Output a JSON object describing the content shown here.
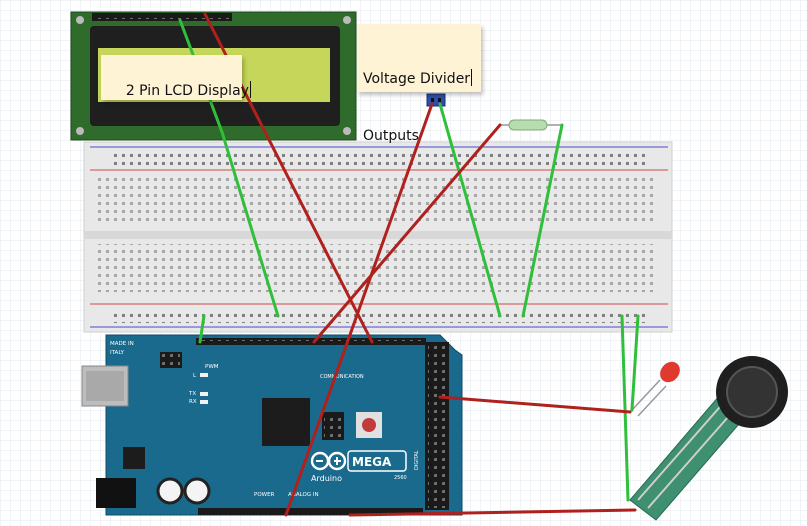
{
  "notes": {
    "lcd_label": "2 Pin LCD Display",
    "divider_line1": "Voltage Divider",
    "divider_line2": "Outputs"
  },
  "arduino": {
    "made_in_line1": "MADE IN",
    "made_in_line2": "ITALY",
    "pwm_label": "PWM",
    "communication_label": "COMMUNICATION",
    "l_label": "L",
    "tx_label": "TX",
    "rx_label": "RX",
    "logo_text": "Arduino",
    "model_text": "MEGA",
    "model_number": "2560",
    "power_label": "POWER",
    "analog_label": "ANALOG IN",
    "digital_label": "DIGITAL"
  },
  "colors": {
    "wire_red": "#b0201c",
    "wire_green": "#2fbf3a",
    "board_blue": "#1a6a8e",
    "lcd_green": "#2f6b2a",
    "lcd_screen": "#c5d65a",
    "note_bg": "#fff3d6",
    "breadboard": "#e8e8e8"
  }
}
